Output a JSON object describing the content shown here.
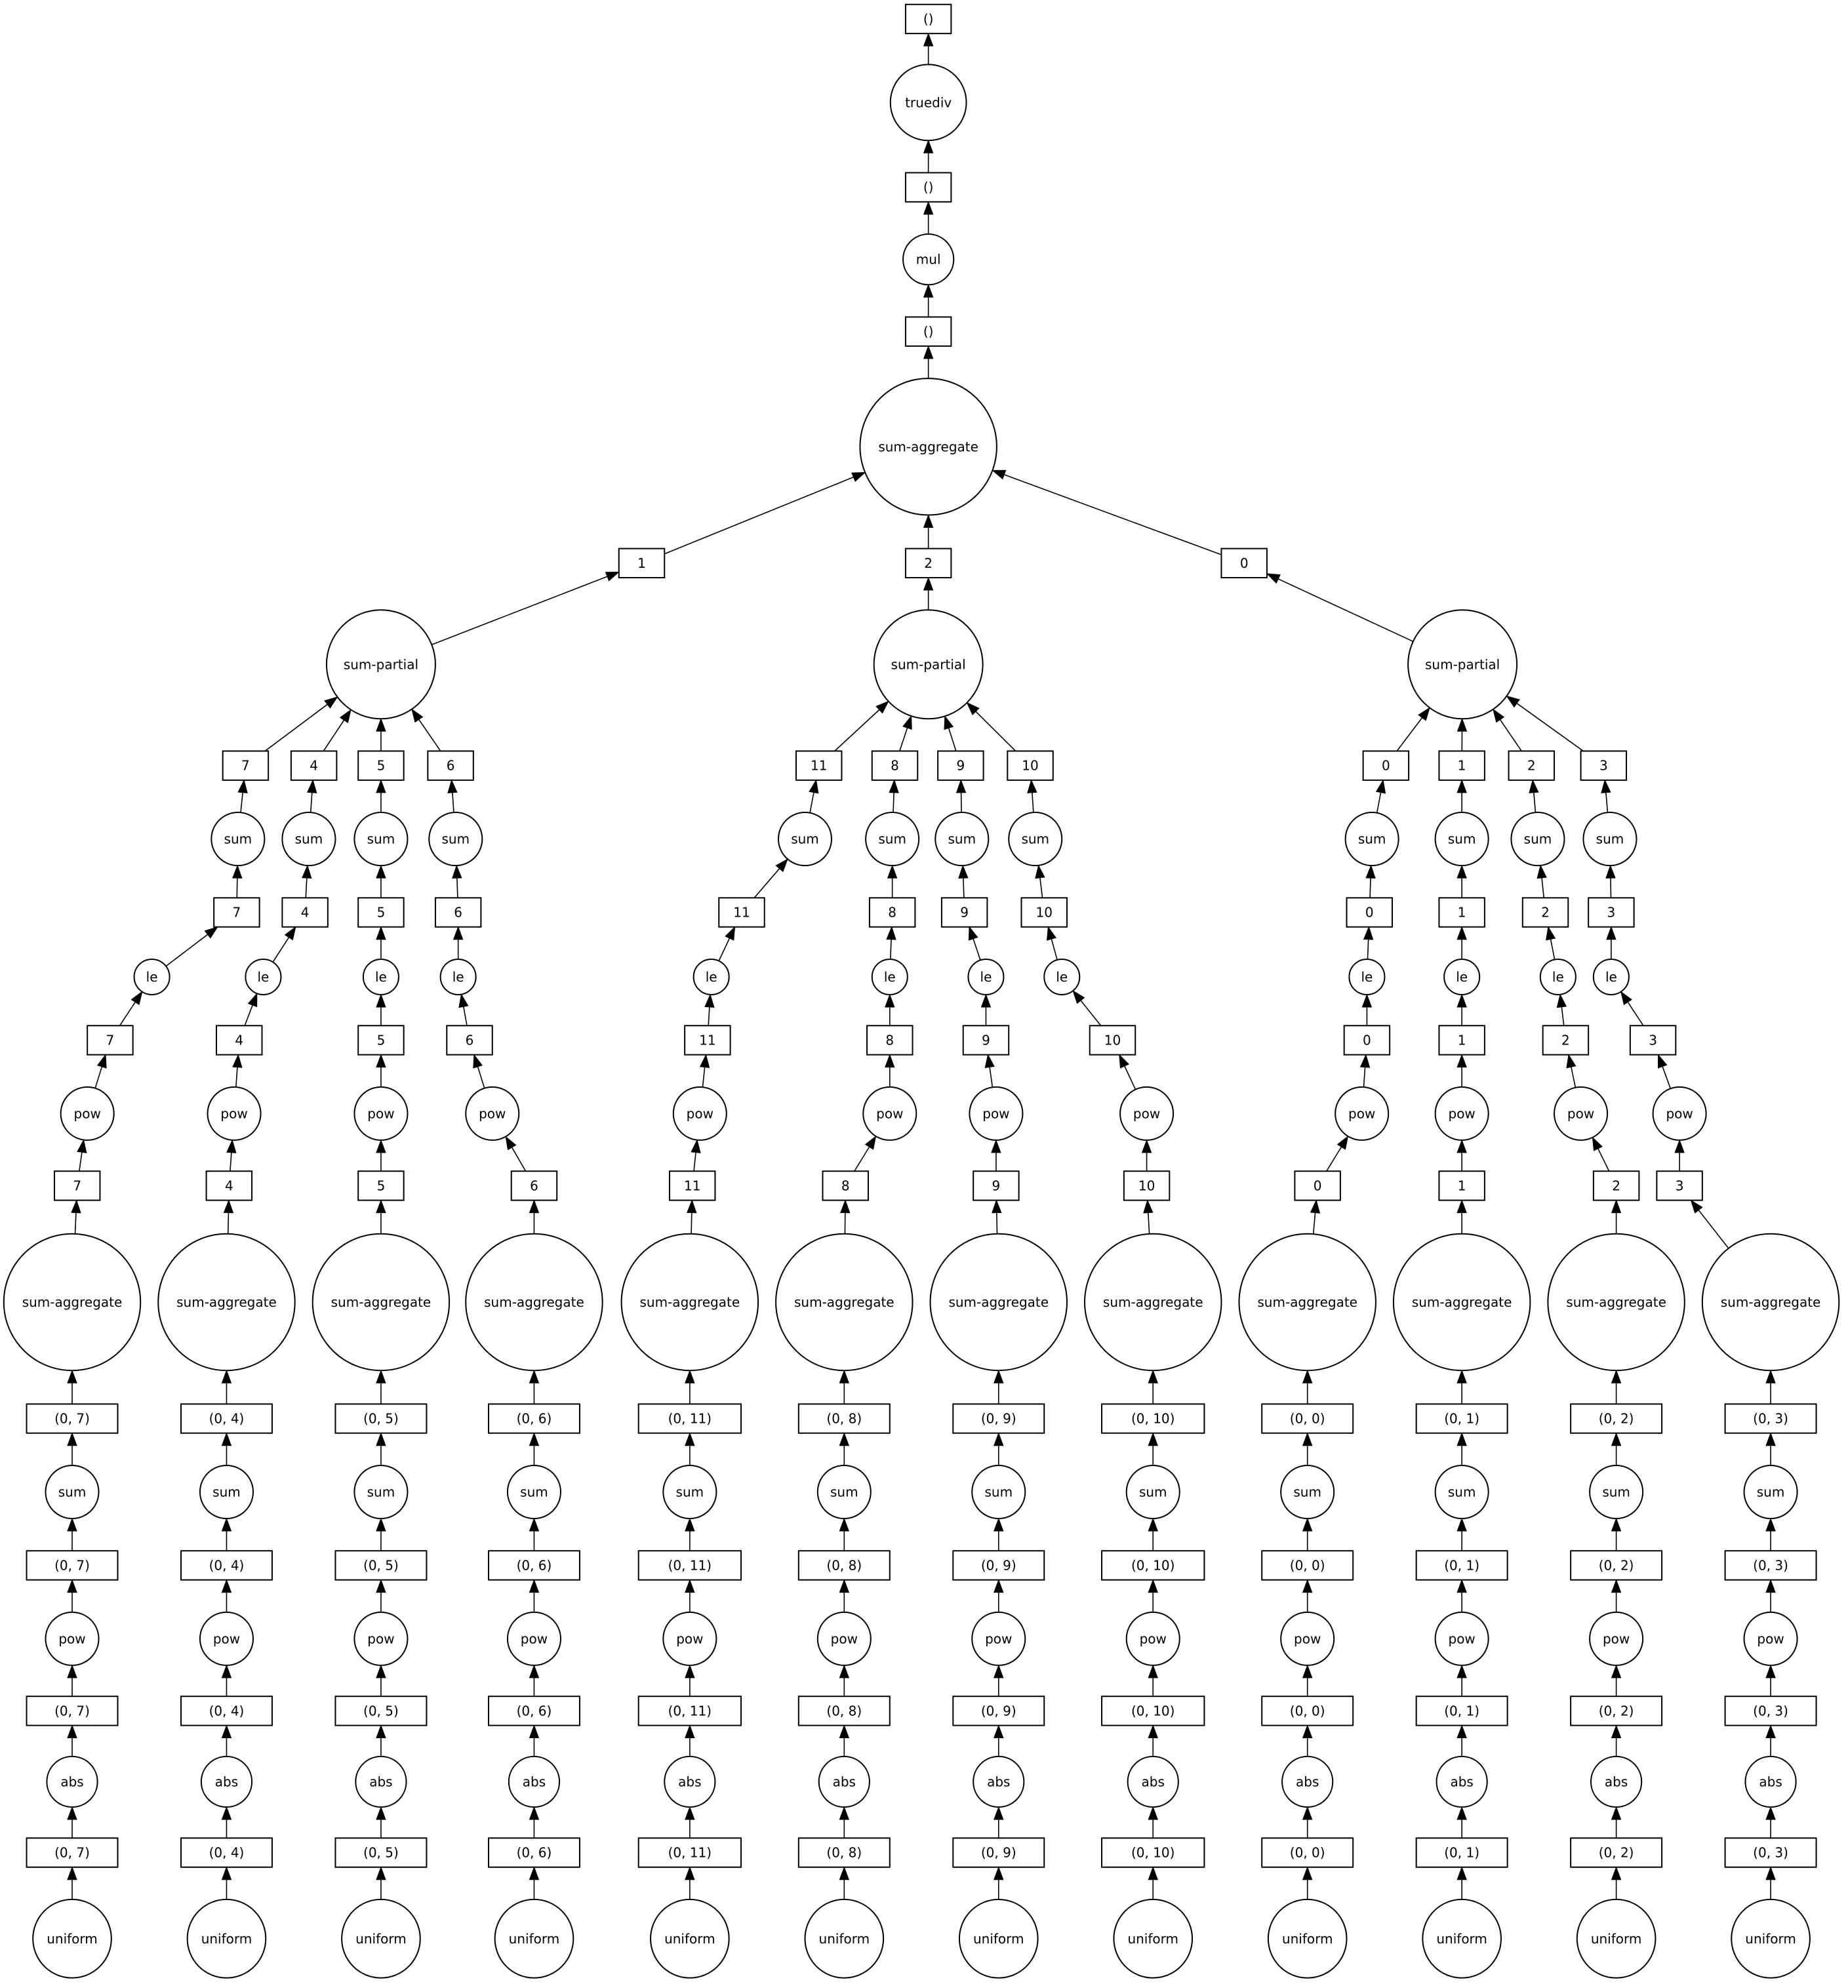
{
  "graph": {
    "top": [
      {
        "kind": "box",
        "label": "()"
      },
      {
        "kind": "op",
        "label": "truediv"
      },
      {
        "kind": "box",
        "label": "()"
      },
      {
        "kind": "op",
        "label": "mul"
      },
      {
        "kind": "box",
        "label": "()"
      },
      {
        "kind": "op",
        "label": "sum-aggregate"
      }
    ],
    "groups": [
      {
        "label": "1",
        "partial": "sum-partial",
        "chunks": [
          "7",
          "4",
          "5",
          "6"
        ]
      },
      {
        "label": "2",
        "partial": "sum-partial",
        "chunks": [
          "11",
          "8",
          "9",
          "10"
        ]
      },
      {
        "label": "0",
        "partial": "sum-partial",
        "chunks": [
          "0",
          "1",
          "2",
          "3"
        ]
      }
    ],
    "chain_ops": {
      "sum": "sum",
      "le": "le",
      "pow": "pow",
      "agg": "sum-aggregate",
      "abs": "abs",
      "uniform": "uniform"
    },
    "tuple_labels": {
      "0": "(0, 0)",
      "1": "(0, 1)",
      "2": "(0, 2)",
      "3": "(0, 3)",
      "4": "(0, 4)",
      "5": "(0, 5)",
      "6": "(0, 6)",
      "7": "(0, 7)",
      "8": "(0, 8)",
      "9": "(0, 9)",
      "10": "(0, 10)",
      "11": "(0, 11)"
    }
  }
}
